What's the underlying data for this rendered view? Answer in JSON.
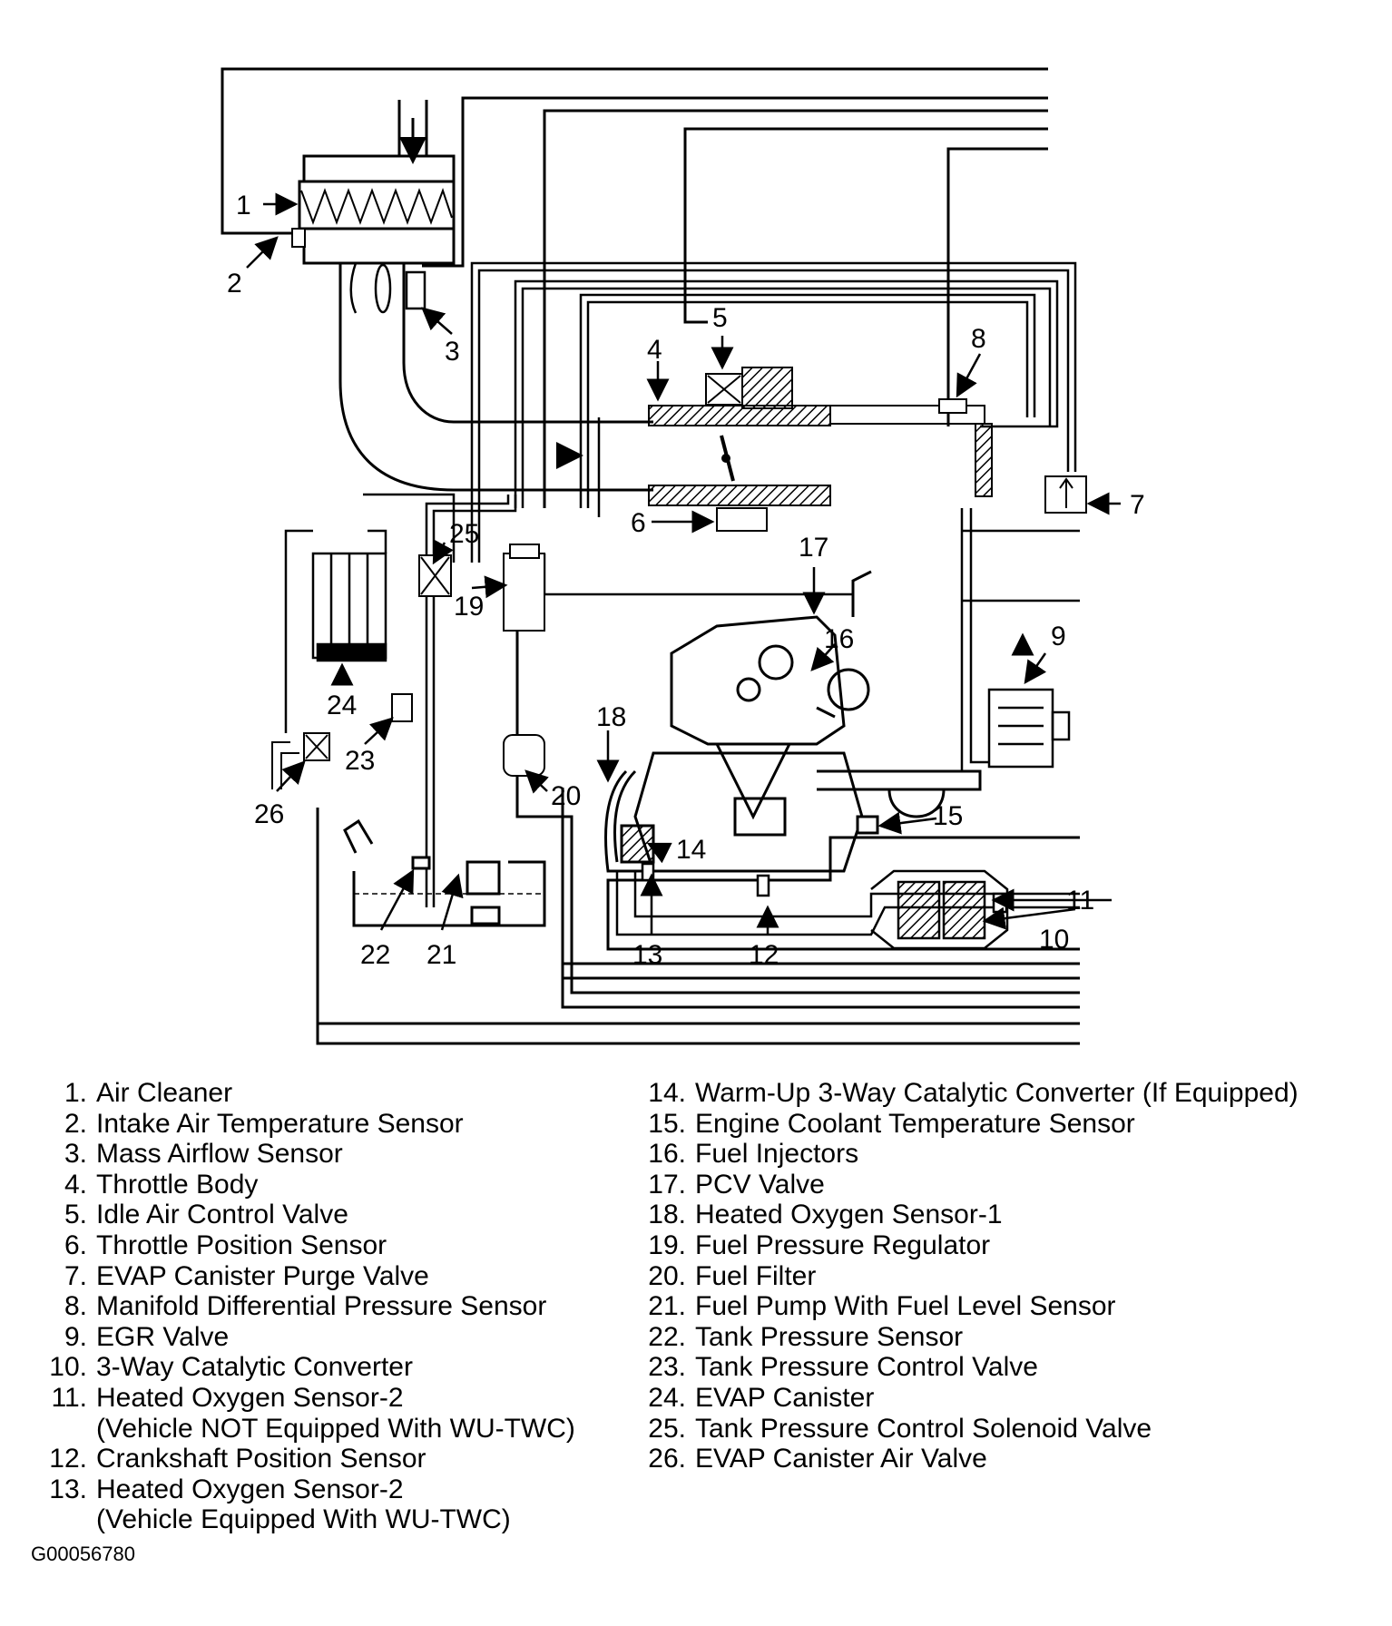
{
  "callouts": [
    "1",
    "2",
    "3",
    "4",
    "5",
    "6",
    "7",
    "8",
    "9",
    "10",
    "11",
    "12",
    "13",
    "14",
    "15",
    "16",
    "17",
    "18",
    "19",
    "20",
    "21",
    "22",
    "23",
    "24",
    "25",
    "26"
  ],
  "legend": {
    "left": [
      {
        "num": "1.",
        "text": "Air Cleaner"
      },
      {
        "num": "2.",
        "text": "Intake Air Temperature Sensor"
      },
      {
        "num": "3.",
        "text": "Mass Airflow Sensor"
      },
      {
        "num": "4.",
        "text": "Throttle Body"
      },
      {
        "num": "5.",
        "text": "Idle Air Control Valve"
      },
      {
        "num": "6.",
        "text": "Throttle Position Sensor"
      },
      {
        "num": "7.",
        "text": "EVAP Canister Purge Valve"
      },
      {
        "num": "8.",
        "text": "Manifold Differential Pressure Sensor"
      },
      {
        "num": "9.",
        "text": "EGR Valve"
      },
      {
        "num": "10.",
        "text": "3-Way Catalytic Converter"
      },
      {
        "num": "11.",
        "text": "Heated Oxygen Sensor-2",
        "note": "(Vehicle NOT Equipped With WU-TWC)"
      },
      {
        "num": "12.",
        "text": "Crankshaft Position Sensor"
      },
      {
        "num": "13.",
        "text": "Heated Oxygen Sensor-2",
        "note": "(Vehicle Equipped With WU-TWC)"
      }
    ],
    "right": [
      {
        "num": "14.",
        "text": "Warm-Up 3-Way Catalytic Converter (If Equipped)"
      },
      {
        "num": "15.",
        "text": "Engine Coolant Temperature Sensor"
      },
      {
        "num": "16.",
        "text": "Fuel Injectors"
      },
      {
        "num": "17.",
        "text": "PCV Valve"
      },
      {
        "num": "18.",
        "text": "Heated Oxygen Sensor-1"
      },
      {
        "num": "19.",
        "text": "Fuel Pressure Regulator"
      },
      {
        "num": "20.",
        "text": "Fuel Filter"
      },
      {
        "num": "21.",
        "text": "Fuel Pump With Fuel Level Sensor"
      },
      {
        "num": "22.",
        "text": "Tank Pressure Sensor"
      },
      {
        "num": "23.",
        "text": "Tank Pressure Control Valve"
      },
      {
        "num": "24.",
        "text": "EVAP Canister"
      },
      {
        "num": "25.",
        "text": "Tank Pressure Control Solenoid Valve"
      },
      {
        "num": "26.",
        "text": "EVAP Canister Air Valve"
      }
    ]
  },
  "figure_id": "G00056780"
}
